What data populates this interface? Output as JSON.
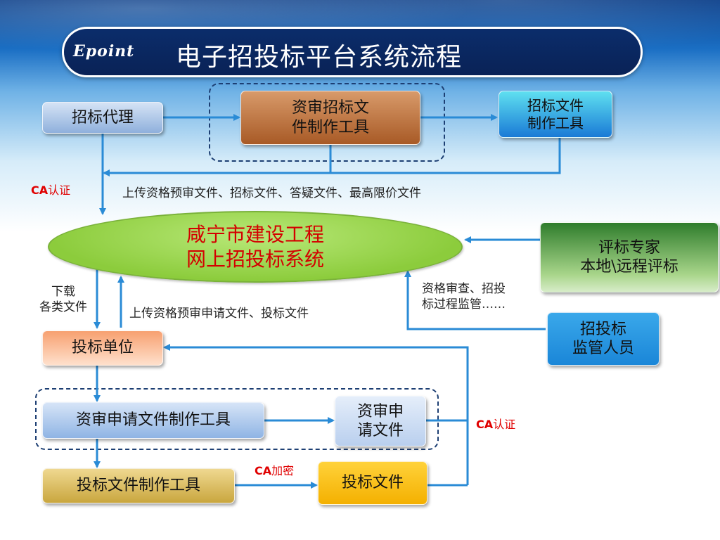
{
  "header": {
    "logo_text": "Epoint",
    "title": "电子招投标平台系统流程"
  },
  "nodes": {
    "agency": "招标代理",
    "prequal_tool_line1": "资审招标文",
    "prequal_tool_line2": "件制作工具",
    "tender_tool_line1": "招标文件",
    "tender_tool_line2": "制作工具",
    "center_line1": "咸宁市建设工程",
    "center_line2": "网上招投标系统",
    "expert_line1": "评标专家",
    "expert_line2": "本地\\远程评标",
    "supervisor_line1": "招投标",
    "supervisor_line2": "监管人员",
    "bidder": "投标单位",
    "app_tool": "资审申请文件制作工具",
    "app_file_line1": "资审申",
    "app_file_line2": "请文件",
    "bid_tool": "投标文件制作工具",
    "bid_file": "投标文件"
  },
  "labels": {
    "ca_auth_top_prefix": "CA",
    "ca_auth_top_suffix": "认证",
    "upload_agency": "上传资格预审文件、招标文件、答疑文件、最高限价文件",
    "download_line1": "下载",
    "download_line2": "各类文件",
    "upload_bidder": "上传资格预审申请文件、投标文件",
    "review_line1": "资格审查、招投",
    "review_line2": "标过程监管……",
    "ca_auth_right_prefix": "CA",
    "ca_auth_right_suffix": "认证",
    "ca_encrypt_prefix": "CA",
    "ca_encrypt_suffix": "加密"
  },
  "colors": {
    "arrow": "#2a8bd6",
    "ca_red": "#e00000"
  }
}
